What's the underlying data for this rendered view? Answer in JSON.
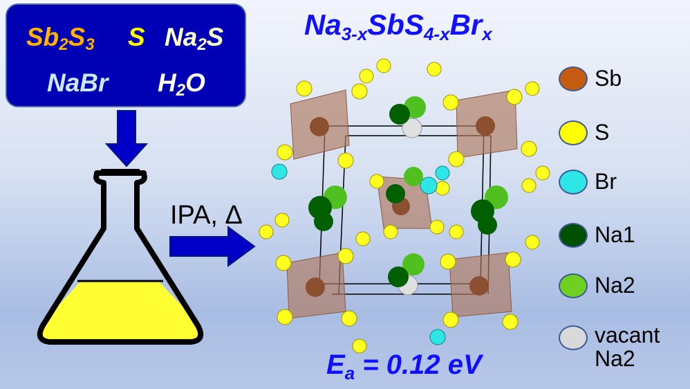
{
  "reagents": {
    "row1": [
      {
        "base": "Sb",
        "sub1": "2",
        "mid": "S",
        "sub2": "3",
        "color": "#ffb000"
      },
      {
        "text": "S",
        "color": "#ffff00"
      },
      {
        "base": "Na",
        "sub1": "2",
        "mid": "S",
        "color": "#ffffcc"
      }
    ],
    "row2": [
      {
        "text": "NaBr",
        "color": "#cce8ff"
      },
      {
        "base": "H",
        "sub1": "2",
        "mid": "O",
        "color": "#ffffff"
      }
    ]
  },
  "conditions": "IPA, Δ",
  "title": {
    "p1": "Na",
    "s1": "3-x",
    "p2": "SbS",
    "s2": "4-x",
    "p3": "Br",
    "s3": "x"
  },
  "activation_energy": {
    "symbol": "E",
    "sub": "a",
    "value": " = 0.12 eV"
  },
  "legend": [
    {
      "label": "Sb",
      "color": "#c55a11"
    },
    {
      "label": "S",
      "color": "#ffff00"
    },
    {
      "label": "Br",
      "color": "#2ee6e6"
    },
    {
      "label": "Na1",
      "color": "#005000"
    },
    {
      "label": "Na2",
      "color": "#70d020"
    },
    {
      "label": "vacant",
      "label2": "Na2",
      "color": "#d9d9d9"
    }
  ],
  "colors": {
    "accent": "#1010ff",
    "box": "#0000b4",
    "solution": "#ffff33"
  }
}
